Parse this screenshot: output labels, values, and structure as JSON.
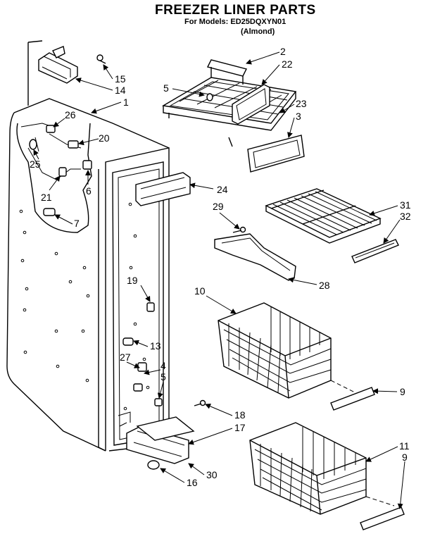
{
  "header": {
    "title": "FREEZER LINER PARTS",
    "models": "For Models: ED25DQXYN01",
    "color": "(Almond)"
  },
  "callouts": [
    "2",
    "22",
    "5",
    "23",
    "3",
    "15",
    "14",
    "1",
    "26",
    "20",
    "25",
    "6",
    "21",
    "7",
    "24",
    "29",
    "31",
    "32",
    "28",
    "19",
    "10",
    "13",
    "27",
    "4",
    "5",
    "9",
    "18",
    "17",
    "11",
    "9",
    "30",
    "16"
  ]
}
